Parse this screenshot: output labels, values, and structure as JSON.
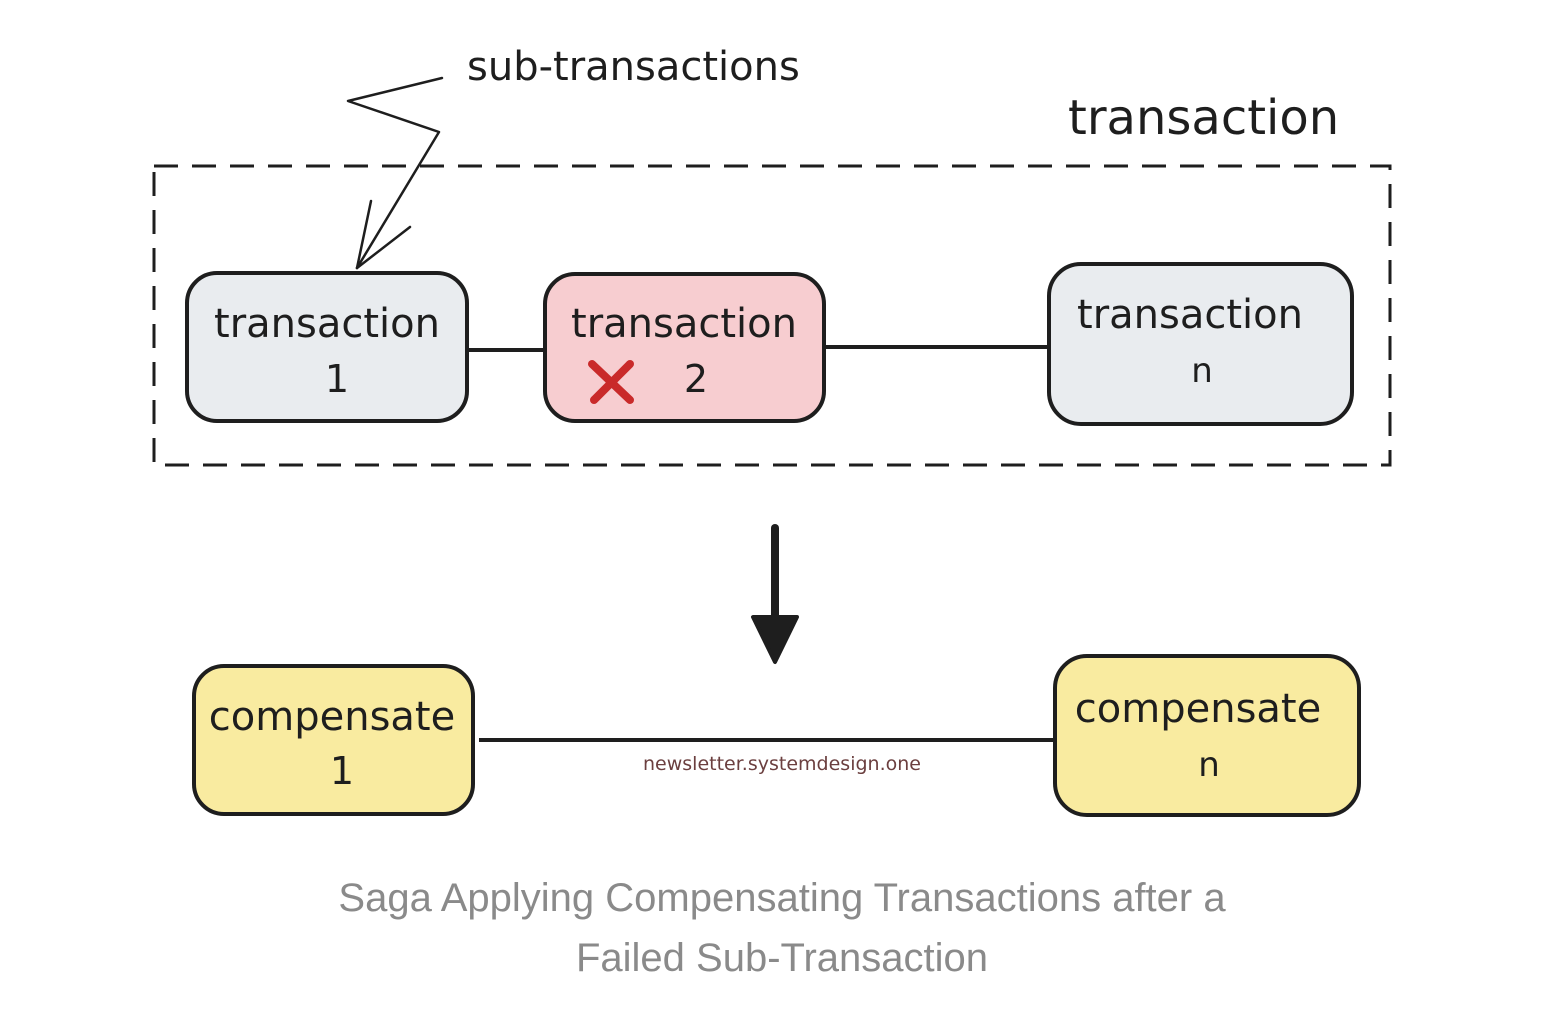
{
  "diagram": {
    "group_label": "transaction",
    "annotation": "sub-transactions",
    "transactions": [
      {
        "label": "transaction",
        "index": "1",
        "status": "ok"
      },
      {
        "label": "transaction",
        "index": "2",
        "status": "failed"
      },
      {
        "label": "transaction",
        "index": "n",
        "status": "ok"
      }
    ],
    "compensations": [
      {
        "label": "compensate",
        "index": "1"
      },
      {
        "label": "compensate",
        "index": "n"
      }
    ],
    "watermark": "newsletter.systemdesign.one"
  },
  "caption": {
    "line1": "Saga Applying Compensating Transactions after a",
    "line2": "Failed Sub-Transaction"
  },
  "colors": {
    "ok_fill": "#e9ecef",
    "failed_fill": "#f7cdd0",
    "compensate_fill": "#f9eba0",
    "stroke": "#1e1e1e",
    "fail_mark": "#c92a2a",
    "watermark": "#6b3f3f",
    "caption": "#8a8a8a"
  },
  "icons": {
    "fail_mark": "cross-icon",
    "flow_arrow": "arrow-down-icon",
    "annotation_arrow": "zigzag-arrow-icon"
  }
}
